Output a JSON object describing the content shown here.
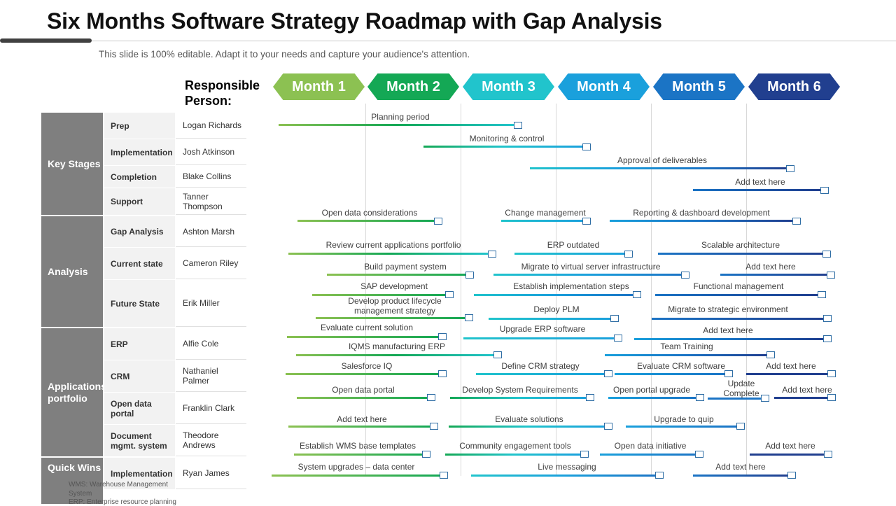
{
  "title": "Six Months Software Strategy Roadmap with Gap Analysis",
  "subtitle": "This slide is 100% editable. Adapt it to your needs and capture your audience's attention.",
  "responsible_label_line1": "Responsible",
  "responsible_label_line2": "Person:",
  "months": [
    {
      "label": "Month 1",
      "color": "#8cc152"
    },
    {
      "label": "Month 2",
      "color": "#14a855"
    },
    {
      "label": "Month 3",
      "color": "#21c4cc"
    },
    {
      "label": "Month 4",
      "color": "#1aa0dc"
    },
    {
      "label": "Month 5",
      "color": "#1b74c5"
    },
    {
      "label": "Month 6",
      "color": "#213f8f"
    }
  ],
  "categories": [
    {
      "label": "Key Stages"
    },
    {
      "label": "Analysis"
    },
    {
      "label": "Applications portfolio"
    },
    {
      "label": "Quick Wins"
    }
  ],
  "rows": [
    {
      "stage": "Prep",
      "person": "Logan Richards"
    },
    {
      "stage": "Implementation",
      "person": "Josh Atkinson"
    },
    {
      "stage": "Completion",
      "person": "Blake Collins"
    },
    {
      "stage": "Support",
      "person": "Tanner Thompson"
    },
    {
      "stage": "Gap Analysis",
      "person": "Ashton Marsh"
    },
    {
      "stage": "Current state",
      "person": "Cameron Riley"
    },
    {
      "stage": "Future  State",
      "person": "Erik Miller"
    },
    {
      "stage": "ERP",
      "person": "Alfie Cole"
    },
    {
      "stage": "CRM",
      "person": "Nathaniel Palmer"
    },
    {
      "stage": "Open data portal",
      "person": "Franklin Clark"
    },
    {
      "stage": "Document mgmt. system",
      "person": "Theodore Andrews"
    },
    {
      "stage": "Implementation",
      "person": "Ryan James"
    }
  ],
  "tasks": [
    "Planning period",
    "Monitoring & control",
    "Approval of deliverables",
    "Add text here",
    "Open data considerations",
    "Change management",
    "Reporting & dashboard development",
    "Review current applications portfolio",
    "ERP outdated",
    "Scalable architecture",
    "Build payment system",
    "Migrate to virtual server infrastructure",
    "Add text here",
    "SAP development",
    "Establish implementation steps",
    "Functional management",
    "Develop product lifecycle management strategy",
    "Deploy PLM",
    "Migrate to strategic environment",
    "Evaluate current solution",
    "Upgrade ERP software",
    "Add text here",
    "IQMS  manufacturing ERP",
    "Team Training",
    "Salesforce IQ",
    "Define CRM strategy",
    "Evaluate CRM software",
    "Add text here",
    "Open data portal",
    "Develop System Requirements",
    "Open portal upgrade",
    "Update Complete",
    "Add text here",
    "Add text here",
    "Evaluate solutions",
    "Upgrade to quip",
    "Establish WMS base templates",
    "Community engagement tools",
    "Open data initiative",
    "Add text here",
    "System upgrades – data center",
    "Live messaging",
    "Add text here"
  ],
  "footnotes": [
    "WMS: Warehouse Management",
    "System",
    "ERP: Enterprise resource planning"
  ]
}
